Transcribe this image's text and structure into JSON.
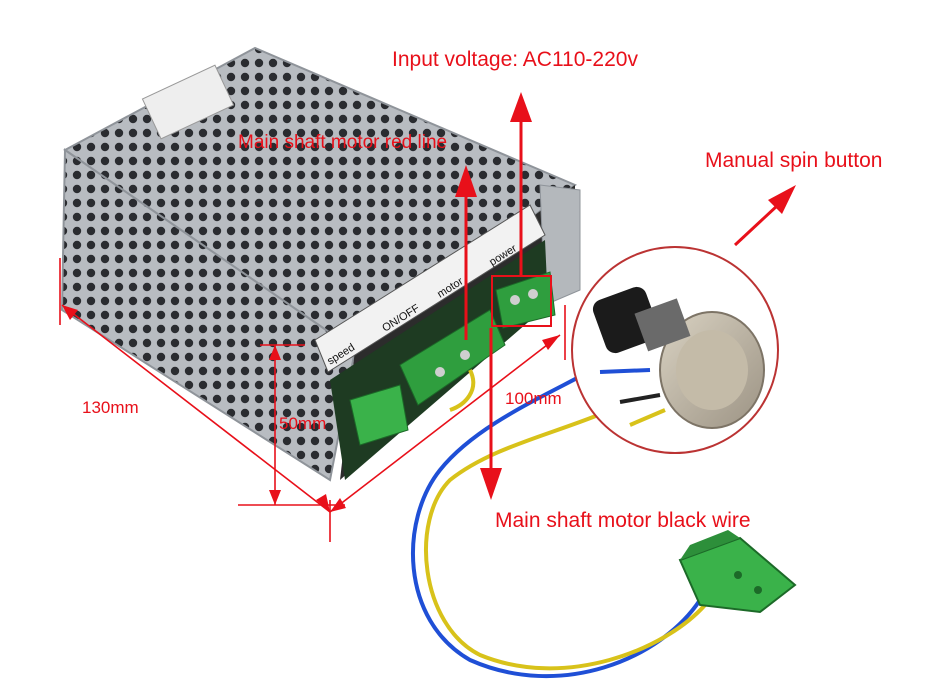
{
  "labels": {
    "input_voltage": "Input voltage: AC110-220v",
    "red_line": "Main shaft motor red line",
    "spin_button": "Manual spin button",
    "black_wire": "Main shaft motor black wire"
  },
  "dimensions": {
    "length": "130mm",
    "height": "50mm",
    "width": "100mm"
  },
  "panel_labels": {
    "speed": "speed",
    "onoff": "ON/OFF",
    "motor": "motor",
    "power": "power"
  },
  "colors": {
    "annotation": "#e8101a",
    "terminal_green": "#2f9e3e",
    "wire_blue": "#1f4fd6",
    "wire_yellow": "#d8c21a",
    "case_metal": "#a9adb2"
  }
}
